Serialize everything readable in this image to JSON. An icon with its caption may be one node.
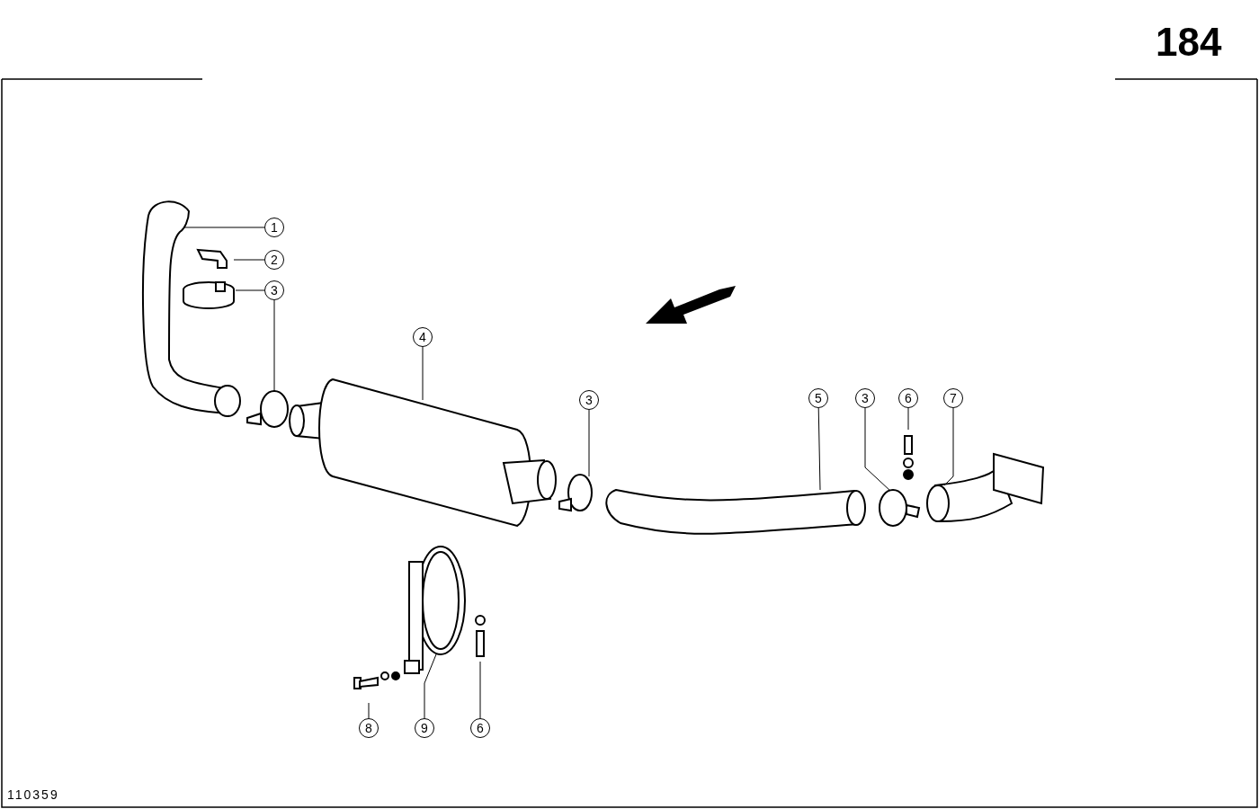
{
  "diagram": {
    "nodes": [
      {
        "text": [
          "1"
        ]
      },
      {
        "text": [
          "2"
        ]
      },
      {
        "text": [
          "3"
        ]
      },
      {
        "text": [
          "4"
        ]
      },
      {
        "text": [
          "3"
        ]
      },
      {
        "text": [
          "5"
        ]
      },
      {
        "text": [
          "3"
        ]
      },
      {
        "text": [
          "6"
        ]
      },
      {
        "text": [
          "7"
        ]
      },
      {
        "text": [
          "8"
        ]
      },
      {
        "text": [
          "9"
        ]
      },
      {
        "text": [
          "6"
        ]
      }
    ],
    "edges": [
      {
        "from": 0,
        "to": null,
        "arrow": "none"
      },
      {
        "from": 1,
        "to": null,
        "arrow": "none"
      },
      {
        "from": 2,
        "to": null,
        "arrow": "none"
      },
      {
        "from": 2,
        "to": null,
        "arrow": "none"
      },
      {
        "from": 3,
        "to": null,
        "arrow": "none"
      },
      {
        "from": 4,
        "to": null,
        "arrow": "none"
      },
      {
        "from": 5,
        "to": null,
        "arrow": "none"
      },
      {
        "from": 6,
        "to": null,
        "arrow": "none"
      },
      {
        "from": 7,
        "to": null,
        "arrow": "none"
      },
      {
        "from": 8,
        "to": null,
        "arrow": "none"
      },
      {
        "from": 9,
        "to": null,
        "arrow": "none"
      },
      {
        "from": 10,
        "to": null,
        "arrow": "none"
      },
      {
        "from": 11,
        "to": null,
        "arrow": "none"
      }
    ],
    "labels": [
      "184",
      "110359"
    ]
  }
}
